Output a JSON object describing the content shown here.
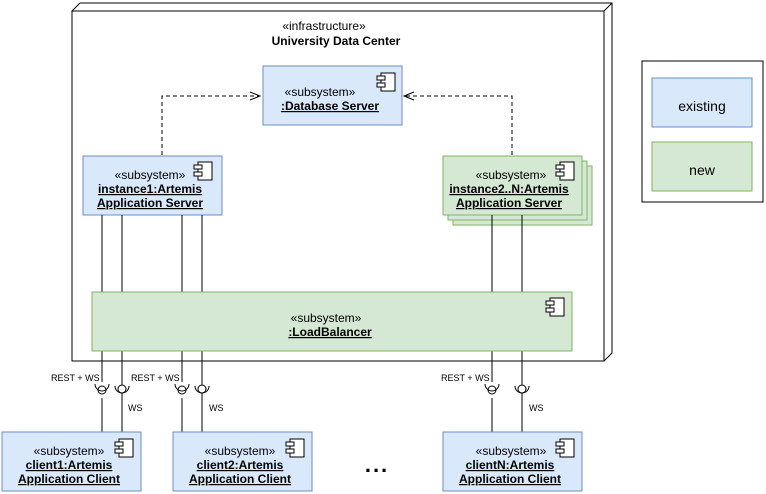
{
  "infrastructure": {
    "stereotype": "«infrastructure»",
    "name": "University Data Center"
  },
  "database": {
    "stereotype": "«subsystem»",
    "name": ":Database Server"
  },
  "instance1": {
    "stereotype": "«subsystem»",
    "name_line1": "instance1:Artemis",
    "name_line2": "Application Server"
  },
  "instance2": {
    "stereotype": "«subsystem»",
    "name_line1": "instance2..N:Artemis",
    "name_line2": "Application Server"
  },
  "loadbalancer": {
    "stereotype": "«subsystem»",
    "name": ":LoadBalancer"
  },
  "clients": [
    {
      "stereotype": "«subsystem»",
      "name_line1": "client1:Artemis",
      "name_line2": "Application Client"
    },
    {
      "stereotype": "«subsystem»",
      "name_line1": "client2:Artemis",
      "name_line2": "Application Client"
    },
    {
      "stereotype": "«subsystem»",
      "name_line1": "clientN:Artemis",
      "name_line2": "Application Client"
    }
  ],
  "interfaces": {
    "rest_ws": "REST + WS",
    "ws": "WS"
  },
  "ellipsis": "...",
  "legend": {
    "existing": "existing",
    "new": "new"
  },
  "colors": {
    "existing_fill": "#dae8fc",
    "existing_stroke": "#6c8ebf",
    "new_fill": "#d5e8d4",
    "new_stroke": "#82b366"
  }
}
